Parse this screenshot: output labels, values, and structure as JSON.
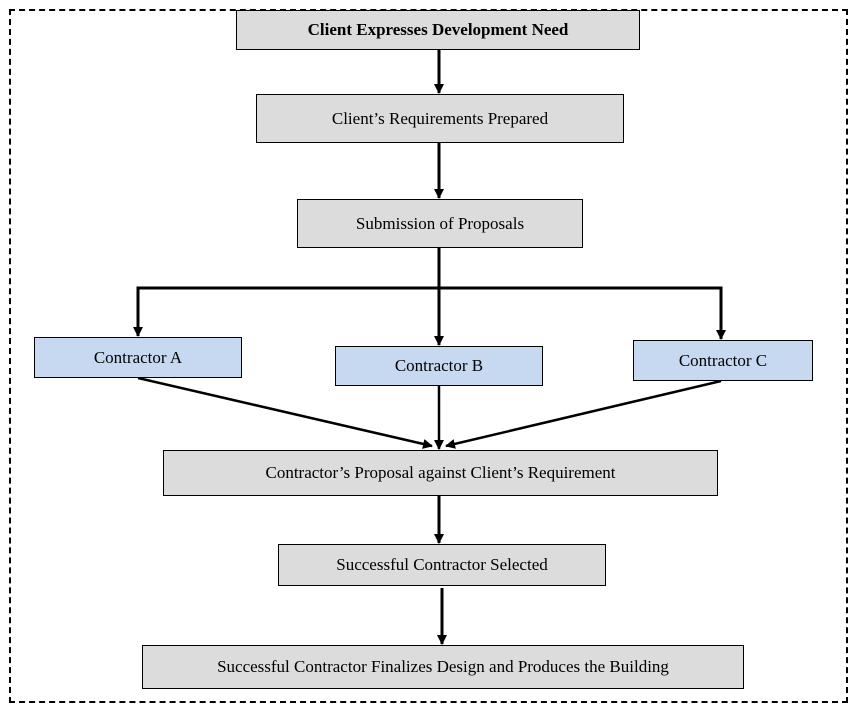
{
  "steps": {
    "need": "Client Expresses Development Need",
    "requirements": "Client’s Requirements Prepared",
    "submission": "Submission of Proposals",
    "contractor_a": "Contractor A",
    "contractor_b": "Contractor B",
    "contractor_c": "Contractor C",
    "evaluation": "Contractor’s Proposal against Client’s Requirement",
    "selected": "Successful Contractor Selected",
    "finalize": "Successful Contractor Finalizes Design and Produces the Building"
  },
  "colors": {
    "process_box": "#dcdcdc",
    "contractor_box": "#c6d9f1",
    "line": "#000000"
  }
}
